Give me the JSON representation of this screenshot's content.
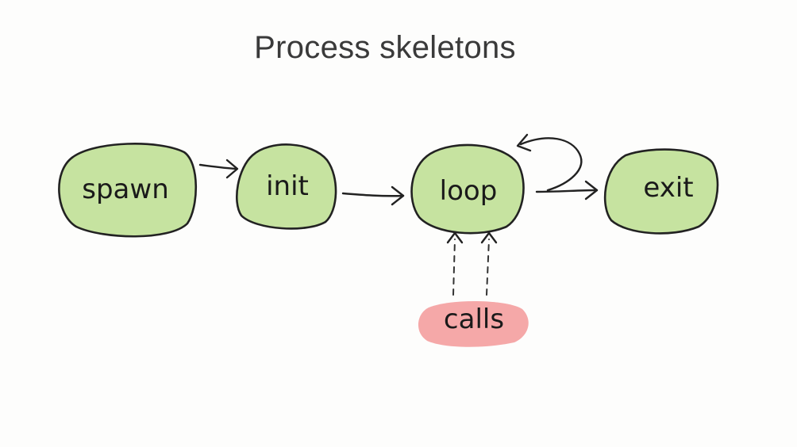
{
  "title": "Process skeletons",
  "colors": {
    "node_fill": "#c6e3a0",
    "calls_fill": "#f5a8a8",
    "stroke": "#222222"
  },
  "nodes": [
    {
      "id": "spawn",
      "label": "spawn"
    },
    {
      "id": "init",
      "label": "init"
    },
    {
      "id": "loop",
      "label": "loop"
    },
    {
      "id": "exit",
      "label": "exit"
    }
  ],
  "calls": {
    "label": "calls"
  },
  "edges": [
    {
      "from": "spawn",
      "to": "init"
    },
    {
      "from": "init",
      "to": "loop"
    },
    {
      "from": "loop",
      "to": "loop"
    },
    {
      "from": "loop",
      "to": "exit"
    },
    {
      "from": "calls",
      "to": "loop",
      "style": "dashed"
    },
    {
      "from": "calls",
      "to": "loop",
      "style": "dashed"
    }
  ]
}
